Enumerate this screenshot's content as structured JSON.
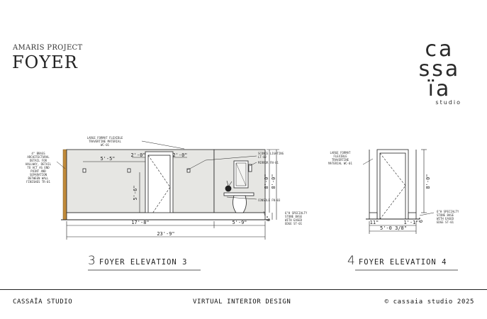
{
  "header": {
    "project": "AMARIS PROJECT",
    "title": "FOYER"
  },
  "logo": {
    "line1": "ca",
    "line2": "ssa",
    "line3": "ïa",
    "line4": "studio"
  },
  "elevation3": {
    "caption_number": "3",
    "caption_text": "FOYER ELEVATION 3",
    "notes": {
      "brass": [
        "4\" BRASS",
        "ARCHITECTURAL",
        "DETAIL FOR",
        "HALLWAY, DETAIL",
        "TO ACT AS END",
        "POINT AND",
        "SEPARATION",
        "BETWEEN WALL",
        "FINISHES TR-01"
      ],
      "panel": [
        "LARGE FORMAT FLEXIBLE",
        "TRAVERTINE MATERIAL",
        "WC-01"
      ],
      "sconce": [
        "SCONCE LIGHTING",
        "LT-02"
      ],
      "mirror": "MIRROR FN-01",
      "console": "CONSOLE FN-03",
      "base": [
        "6\"H SPECIALTY",
        "STONE BASE",
        "WITH EASED",
        "EDGE ST-01"
      ]
    },
    "dims": {
      "d1": "5'-5\"",
      "d2": "2'-0\"",
      "d3": "2'-0\"",
      "d4": "5'-6\"",
      "d5": "8'-0\"",
      "d6": "8'-0\"",
      "d7": "6\"",
      "d8": "17'-8\"",
      "d9": "5'-9\"",
      "d10": "23'-9\""
    }
  },
  "elevation4": {
    "caption_number": "4",
    "caption_text": "FOYER ELEVATION 4",
    "notes": {
      "panel": [
        "LARGE FORMAT",
        "FLEXIBLE",
        "TRAVERTINE",
        "MATERIAL WC-01"
      ],
      "base": [
        "6\"H SPECIALTY",
        "STONE BASE",
        "WITH EASED",
        "EDGE ST-01"
      ]
    },
    "dims": {
      "d1": "8'-0\"",
      "d2": "6\"",
      "d3": "11\"",
      "d4": "1'-1\"",
      "d5": "5'-0 3/8\""
    }
  },
  "footer": {
    "left": "CASSAÏA STUDIO",
    "center": "VIRTUAL INTERIOR DESIGN",
    "right": "© cassaia studio 2025"
  },
  "colors": {
    "brass": "#c08a3a",
    "wall": "#e6e6e3",
    "ink": "#222222"
  }
}
